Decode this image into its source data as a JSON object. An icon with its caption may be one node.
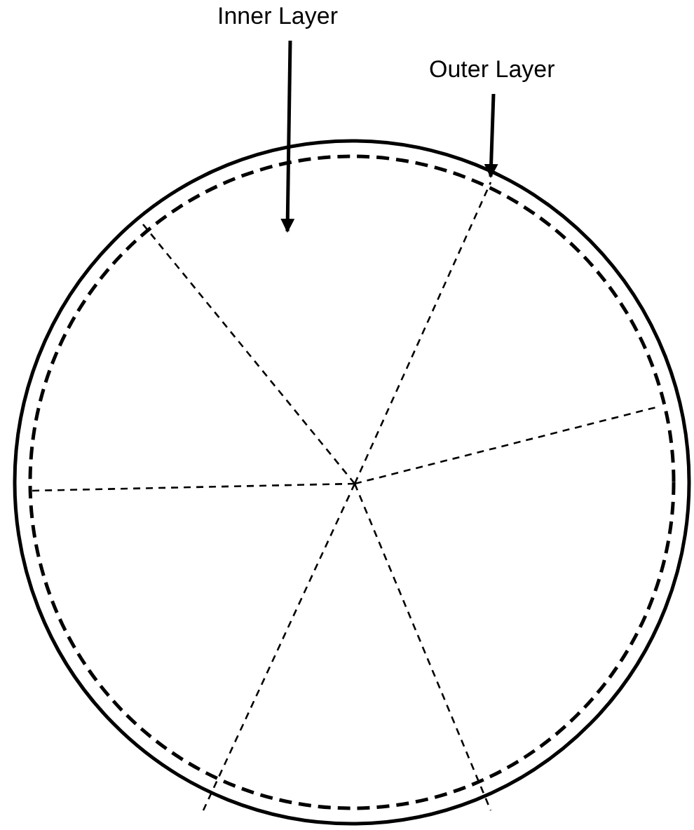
{
  "diagram": {
    "nodes": [
      {
        "text": [
          "Inner Layer"
        ]
      },
      {
        "text": [
          "Outer Layer"
        ]
      },
      {
        "text": [],
        "shape": "circle"
      },
      {
        "text": [],
        "shape": "circle",
        "in": 2
      }
    ],
    "edges": [
      {
        "from": 0,
        "to": 3,
        "arrow": "to"
      },
      {
        "from": 1,
        "to": 2,
        "arrow": "to"
      }
    ]
  }
}
